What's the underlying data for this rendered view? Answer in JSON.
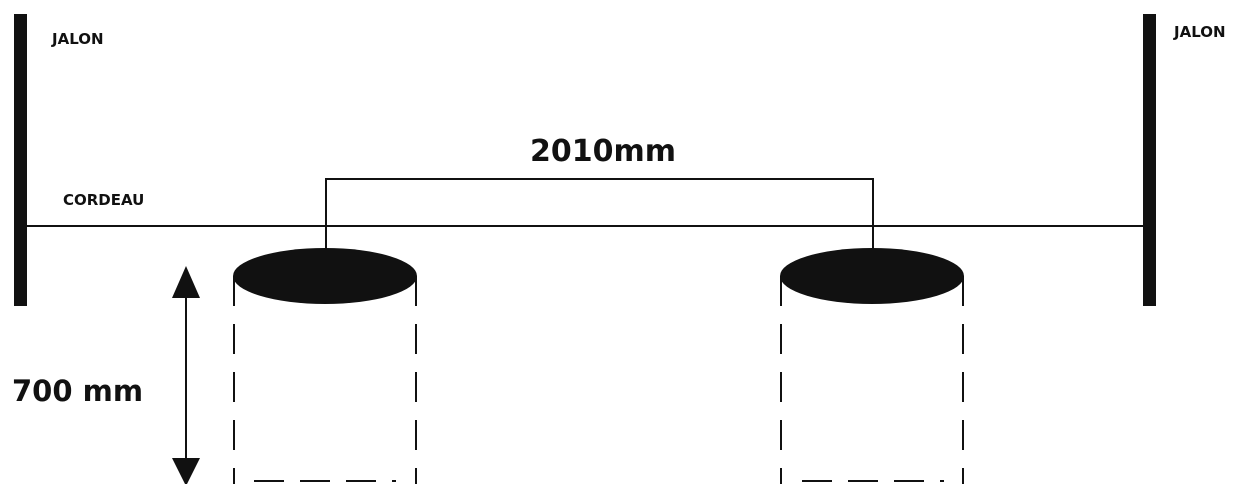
{
  "labels": {
    "left_pole": "JALON",
    "right_pole": "JALON",
    "string": "CORDEAU",
    "spacing": "2010mm",
    "depth": "700 mm"
  },
  "colors": {
    "ink": "#111111",
    "background": "#ffffff"
  }
}
